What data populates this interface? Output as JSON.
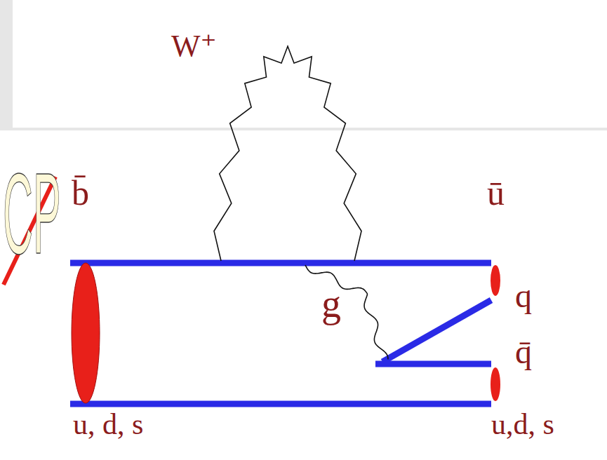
{
  "diagram": {
    "labels": [
      "CP",
      "b̄",
      "W⁺",
      "ū",
      "g",
      "q",
      "q̄",
      "u, d, s",
      "u,d, s"
    ]
  }
}
